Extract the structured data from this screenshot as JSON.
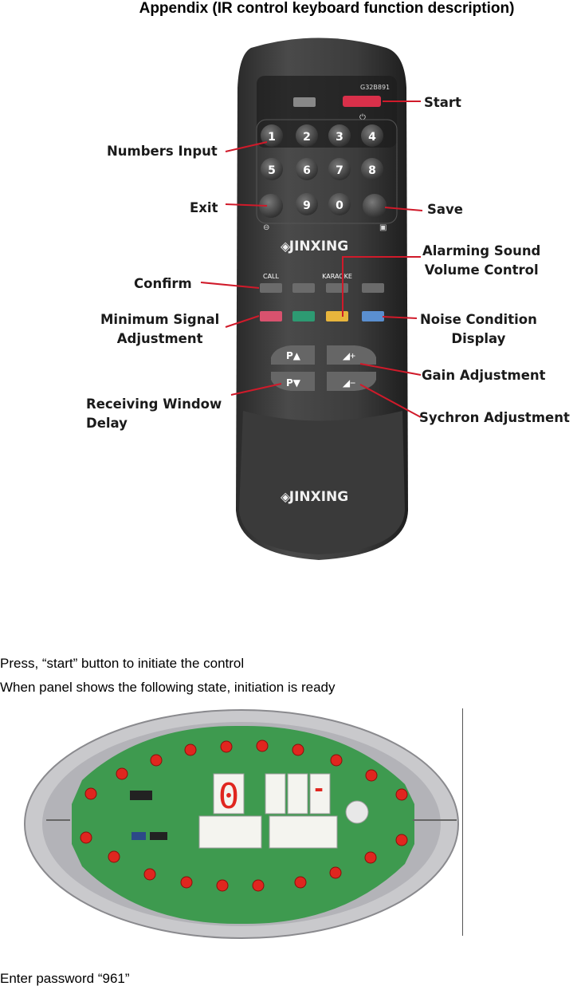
{
  "title": "Appendix (IR control keyboard function description)",
  "remote": {
    "brand": "JINXING",
    "model": "G32B891",
    "keys": {
      "call": "CALL",
      "karaoke": "KARAOKE",
      "p_up": "P▲",
      "p_down": "P▼",
      "num": [
        "1",
        "2",
        "3",
        "4",
        "5",
        "6",
        "7",
        "8",
        "9",
        "0"
      ]
    },
    "callouts": {
      "start": "Start",
      "numbers": "Numbers Input",
      "exit": "Exit",
      "save": "Save",
      "alarm": "Alarming Sound\nVolume Control",
      "confirm": "Confirm",
      "min_signal": "Minimum Signal\nAdjustment",
      "noise": "Noise Condition\nDisplay",
      "gain": "Gain Adjustment",
      "window": "Receiving Window\nDelay",
      "sychron": "Sychron Adjustment"
    }
  },
  "instructions": {
    "line1": "Press, “start” button to initiate the control",
    "line2": "When panel shows the following state, initiation is ready",
    "line3": "Enter password “961”"
  },
  "panel": {
    "digit": "0",
    "dash": "-"
  }
}
